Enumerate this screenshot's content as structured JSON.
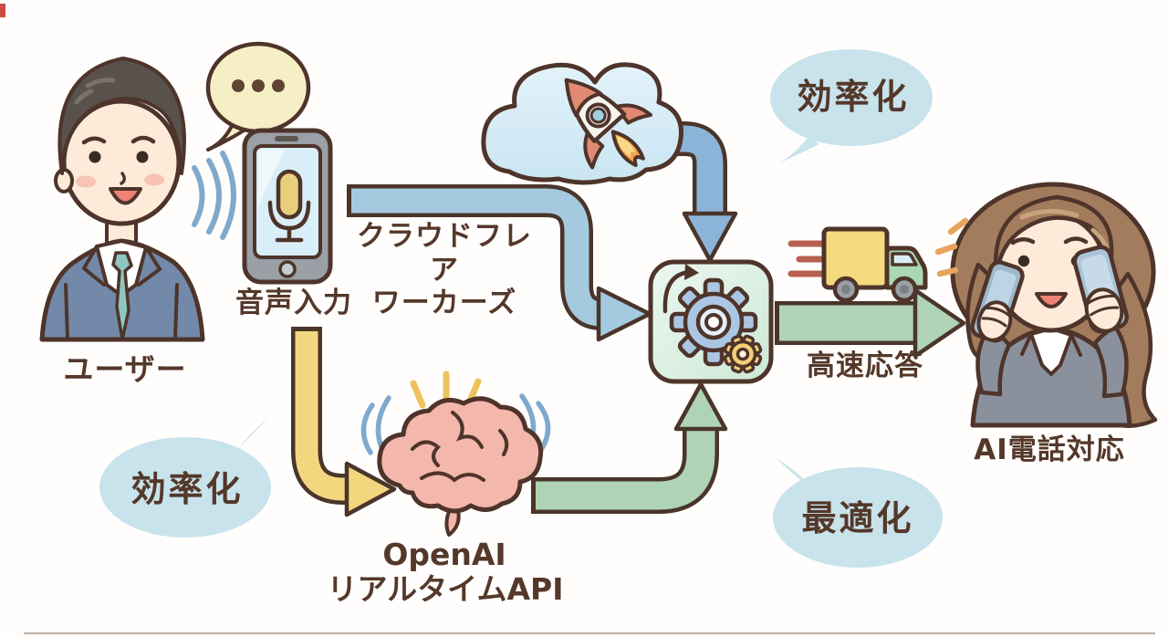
{
  "diagram": {
    "nodes": {
      "user": {
        "label": "ユーザー"
      },
      "voice_input": {
        "label": "音声入力"
      },
      "cloudflare_workers": {
        "line1": "クラウドフレア",
        "line2": "ワーカーズ"
      },
      "openai": {
        "line1": "OpenAI",
        "line2": "リアルタイムAPI"
      },
      "fast_response": {
        "label": "高速応答"
      },
      "ai_phone_support": {
        "label": "AI電話対応"
      }
    },
    "bubbles": {
      "efficiency_top": "効率化",
      "optimization": "最適化",
      "efficiency_bottom": "効率化"
    },
    "icons": [
      "speech-bubble-dots-icon",
      "sound-waves-icon",
      "smartphone-icon",
      "mic-icon",
      "cloud-icon",
      "rocket-icon",
      "processor-gears-icon",
      "refresh-arrow-icon",
      "delivery-truck-icon",
      "speed-lines-icon",
      "brain-icon",
      "brain-waves-icon",
      "sparkle-icon"
    ],
    "colors": {
      "outline": "#4e342a",
      "text": "#54382a",
      "arrow_blue": "#a5c9de",
      "arrow_blue_dark": "#8cb4d8",
      "arrow_yellow": "#f3d77e",
      "arrow_green": "#aed3b5",
      "bubble_blue": "#c8e3eb",
      "bubble_cream": "#f6efc5",
      "processor_fill": "#ddf0e2",
      "gear_blue": "#aac6e2",
      "gear_yellow": "#f4cf78",
      "brain_pink": "#f4b7ac",
      "suit_blue": "#7289a9",
      "suit_gray": "#8b919c"
    }
  }
}
